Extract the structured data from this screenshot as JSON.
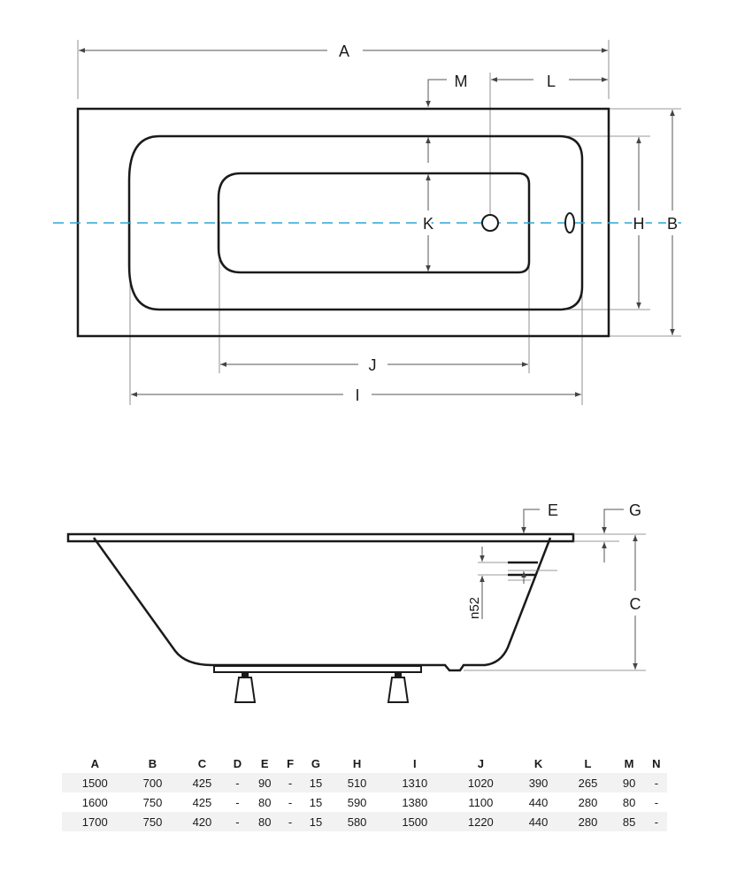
{
  "top_view": {
    "labels": {
      "A": "A",
      "B": "B",
      "H": "H",
      "I": "I",
      "J": "J",
      "K": "K",
      "L": "L",
      "M": "M"
    }
  },
  "side_view": {
    "labels": {
      "C": "C",
      "E": "E",
      "G": "G",
      "n52": "n52"
    }
  },
  "table": {
    "headers": [
      "A",
      "B",
      "C",
      "D",
      "E",
      "F",
      "G",
      "H",
      "I",
      "J",
      "K",
      "L",
      "M",
      "N"
    ],
    "rows": [
      [
        "1500",
        "700",
        "425",
        "-",
        "90",
        "-",
        "15",
        "510",
        "1310",
        "1020",
        "390",
        "265",
        "90",
        "-"
      ],
      [
        "1600",
        "750",
        "425",
        "-",
        "80",
        "-",
        "15",
        "590",
        "1380",
        "1100",
        "440",
        "280",
        "80",
        "-"
      ],
      [
        "1700",
        "750",
        "420",
        "-",
        "80",
        "-",
        "15",
        "580",
        "1500",
        "1220",
        "440",
        "280",
        "85",
        "-"
      ]
    ]
  }
}
